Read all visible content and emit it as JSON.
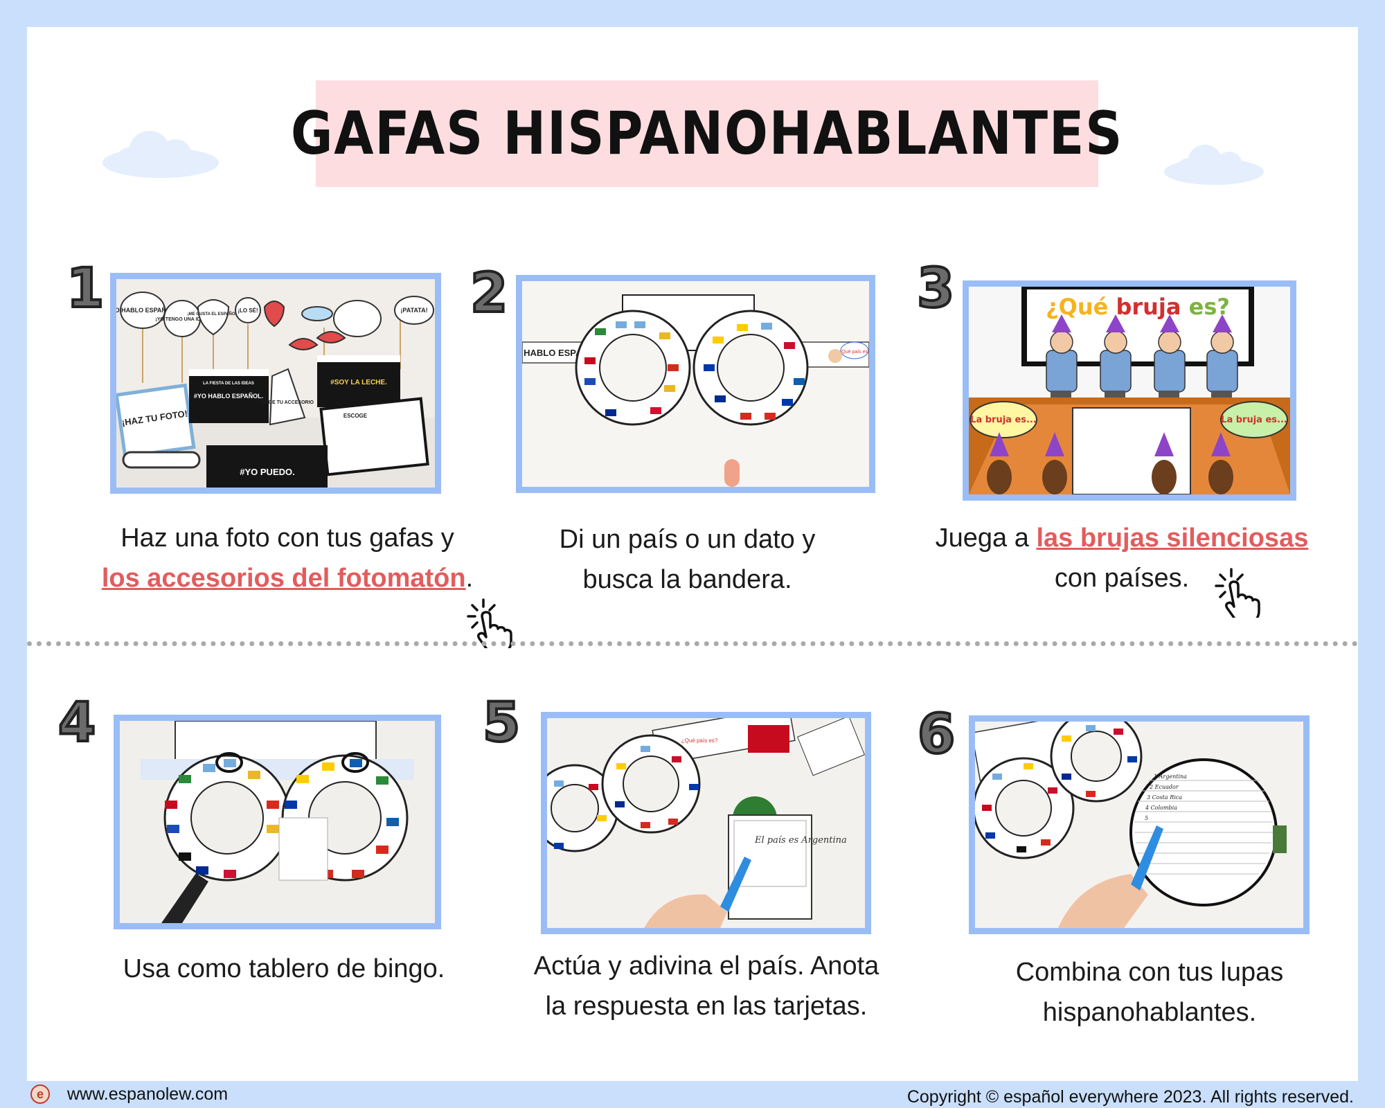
{
  "title": "GAFAS  HISPANOHABLANTES",
  "steps": [
    {
      "number": "1",
      "caption_line1": "Haz una foto con tus gafas y",
      "caption_link": "los accesorios del fotomatón",
      "caption_end": "."
    },
    {
      "number": "2",
      "caption_line1": "Di un país o un dato y",
      "caption_line2": "busca la bandera."
    },
    {
      "number": "3",
      "caption_pre": "Juega a ",
      "caption_link": "las brujas silenciosas",
      "caption_line2": "con países."
    },
    {
      "number": "4",
      "caption_line1": "Usa como tablero de bingo."
    },
    {
      "number": "5",
      "caption_line1": "Actúa y adivina el país. Anota",
      "caption_line2": "la respuesta en las tarjetas."
    },
    {
      "number": "6",
      "caption_line1": "Combina con tus lupas",
      "caption_line2": "hispanohablantes."
    }
  ],
  "photo_texts": {
    "p1_props": [
      "¡YO HABLO ESPAÑOL!",
      "¡YO TENGO UNA IDEA!",
      "¡ME GUSTA EL ESPAÑOL!",
      "¡LO SÉ!",
      "¡PATATA!",
      "¡HAZ TU FOTO!",
      "LA FIESTA DE LAS IDEAS",
      "#YO HABLO ESPAÑOL.",
      "COGE TU ACCESORIO",
      "#SOY LA LECHE.",
      "ESCOGE",
      "#YO PUEDO."
    ],
    "p2_strip": "HABLO ESPAÑOL",
    "p2_bubble": "¿Qué país es?",
    "p3_banner_a": "¿Qué ",
    "p3_banner_b": "bruja",
    "p3_banner_c": " es?",
    "p3_bubble_left": "La bruja es...",
    "p3_bubble_right": "La bruja es...",
    "p5_card": "El país es Argentina",
    "p6_list": [
      "1  Argentina",
      "2  Ecuador",
      "3  Costa Rica",
      "4  Colombia",
      "5"
    ]
  },
  "footer": {
    "website": "www.espanolew.com",
    "copyright": "Copyright © español everywhere 2023. All rights reserved."
  },
  "colors": {
    "accent_link": "#e25c5c",
    "frame": "#9bbdf6",
    "title_bg": "#fddde0",
    "page_bg": "#c9dffb"
  }
}
